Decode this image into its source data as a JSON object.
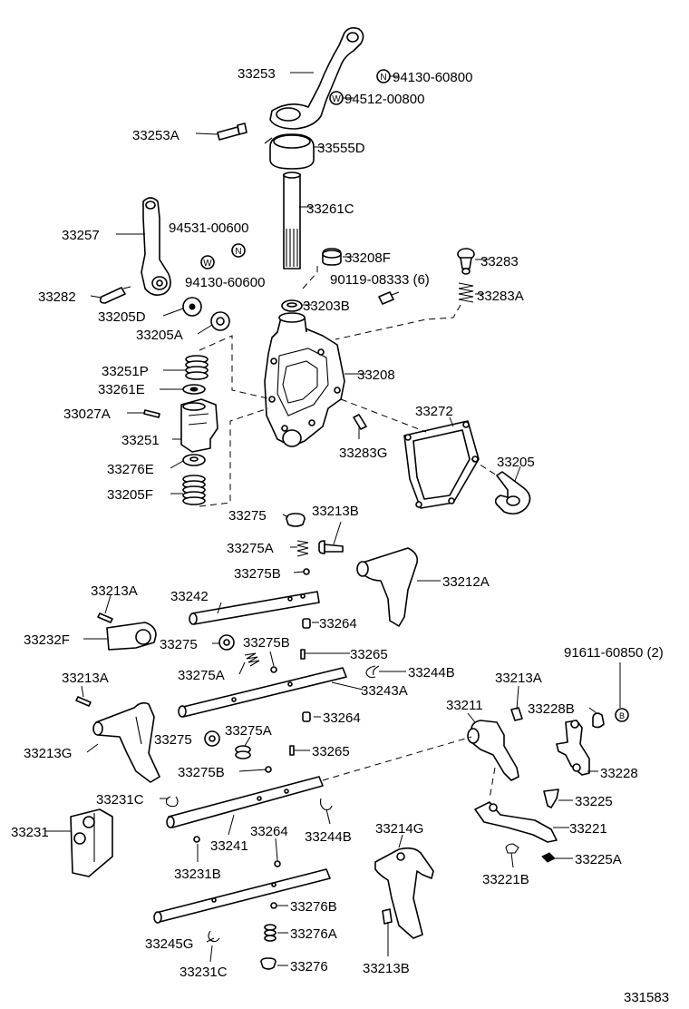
{
  "diagram_id": "331583",
  "parts": [
    {
      "id": "p1",
      "label": "33253"
    },
    {
      "id": "p2",
      "label": "94130-60800",
      "marker": "N"
    },
    {
      "id": "p3",
      "label": "94512-00800",
      "marker": "W"
    },
    {
      "id": "p4",
      "label": "33253A"
    },
    {
      "id": "p5",
      "label": "33555D"
    },
    {
      "id": "p6",
      "label": "33261C"
    },
    {
      "id": "p7",
      "label": "33257"
    },
    {
      "id": "p8",
      "label": "94531-00600",
      "marker": "W"
    },
    {
      "id": "p9",
      "label": "94130-60600",
      "marker": "N"
    },
    {
      "id": "p10",
      "label": "33282"
    },
    {
      "id": "p11",
      "label": "33208F"
    },
    {
      "id": "p12",
      "label": "90119-08333 (6)"
    },
    {
      "id": "p13",
      "label": "33283"
    },
    {
      "id": "p14",
      "label": "33283A"
    },
    {
      "id": "p15",
      "label": "33203B"
    },
    {
      "id": "p16",
      "label": "33205D"
    },
    {
      "id": "p17",
      "label": "33205A"
    },
    {
      "id": "p18",
      "label": "33251P"
    },
    {
      "id": "p19",
      "label": "33208"
    },
    {
      "id": "p20",
      "label": "33261E"
    },
    {
      "id": "p21",
      "label": "33027A"
    },
    {
      "id": "p22",
      "label": "33272"
    },
    {
      "id": "p23",
      "label": "33251"
    },
    {
      "id": "p24",
      "label": "33283G"
    },
    {
      "id": "p25",
      "label": "33205"
    },
    {
      "id": "p26",
      "label": "33276E"
    },
    {
      "id": "p27",
      "label": "33205F"
    },
    {
      "id": "p28",
      "label": "33275"
    },
    {
      "id": "p29",
      "label": "33213B"
    },
    {
      "id": "p30",
      "label": "33275A"
    },
    {
      "id": "p31",
      "label": "33275B"
    },
    {
      "id": "p32",
      "label": "33212A"
    },
    {
      "id": "p33",
      "label": "33213A"
    },
    {
      "id": "p34",
      "label": "33242"
    },
    {
      "id": "p35",
      "label": "33264"
    },
    {
      "id": "p36",
      "label": "33232F"
    },
    {
      "id": "p37",
      "label": "33275"
    },
    {
      "id": "p38",
      "label": "33275B"
    },
    {
      "id": "p39",
      "label": "33265"
    },
    {
      "id": "p40",
      "label": "33275A"
    },
    {
      "id": "p41",
      "label": "33244B"
    },
    {
      "id": "p42",
      "label": "33243A"
    },
    {
      "id": "p43",
      "label": "33213A"
    },
    {
      "id": "p44",
      "label": "91611-60850 (2)"
    },
    {
      "id": "p45",
      "label": "33213A"
    },
    {
      "id": "p46",
      "label": "33211"
    },
    {
      "id": "p47",
      "label": "33228B"
    },
    {
      "id": "p48",
      "label": "33264"
    },
    {
      "id": "p49",
      "label": "33275"
    },
    {
      "id": "p50",
      "label": "33275A"
    },
    {
      "id": "p51",
      "label": "33265"
    },
    {
      "id": "p52",
      "label": "33213G"
    },
    {
      "id": "p53",
      "label": "33228"
    },
    {
      "id": "p54",
      "label": "33275B"
    },
    {
      "id": "p55",
      "label": "33225"
    },
    {
      "id": "p56",
      "label": "33231C"
    },
    {
      "id": "p57",
      "label": "33214G"
    },
    {
      "id": "p58",
      "label": "33221"
    },
    {
      "id": "p59",
      "label": "33231"
    },
    {
      "id": "p60",
      "label": "33264"
    },
    {
      "id": "p61",
      "label": "33244B"
    },
    {
      "id": "p62",
      "label": "33241"
    },
    {
      "id": "p63",
      "label": "33225A"
    },
    {
      "id": "p64",
      "label": "33231B"
    },
    {
      "id": "p65",
      "label": "33221B"
    },
    {
      "id": "p66",
      "label": "33276B"
    },
    {
      "id": "p67",
      "label": "33276A"
    },
    {
      "id": "p68",
      "label": "33245G"
    },
    {
      "id": "p69",
      "label": "33231C"
    },
    {
      "id": "p70",
      "label": "33276"
    },
    {
      "id": "p71",
      "label": "33213B"
    }
  ]
}
